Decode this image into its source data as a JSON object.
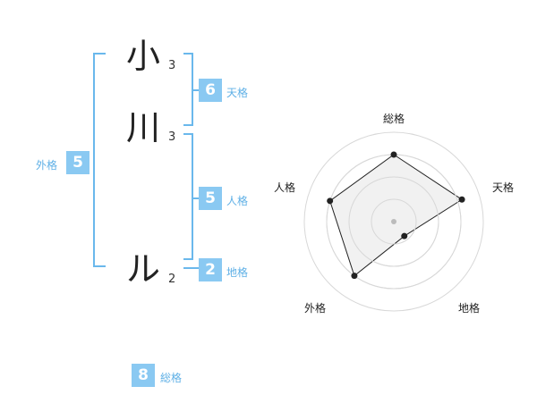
{
  "name": {
    "chars": [
      {
        "char": "小",
        "strokes": "3"
      },
      {
        "char": "川",
        "strokes": "3"
      },
      {
        "char": "ル",
        "strokes": "2"
      }
    ]
  },
  "fortune": {
    "tenkaku": {
      "value": "6",
      "label": "天格"
    },
    "jinkaku": {
      "value": "5",
      "label": "人格"
    },
    "chikaku": {
      "value": "2",
      "label": "地格"
    },
    "gaikaku": {
      "value": "5",
      "label": "外格"
    },
    "soukaku": {
      "value": "8",
      "label": "総格"
    }
  },
  "radar": {
    "axes": [
      "総格",
      "天格",
      "地格",
      "外格",
      "人格"
    ],
    "values": [
      0.75,
      0.8,
      0.2,
      0.75,
      0.75
    ],
    "max": 1,
    "rings": 4
  },
  "colors": {
    "accent": "#8ac9f2",
    "bracket": "#6ab8ec",
    "label": "#5fb0e6",
    "radar_fill": "#f0f0f0",
    "radar_line": "#222222"
  }
}
